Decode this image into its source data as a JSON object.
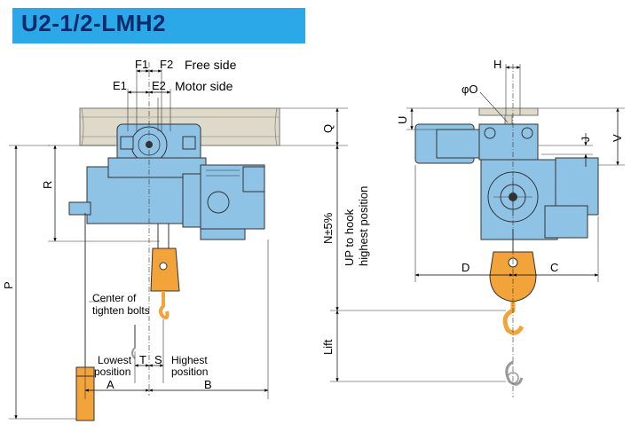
{
  "title": "U2-1/2-LMH2",
  "colors": {
    "title_bar": "#2ba8e8",
    "title_text": "#0b2a6b",
    "hoist_body": "#8fc3e6",
    "hook_block": "#f2a33a",
    "pendant": "#f2a33a",
    "rail": "#ded9c8"
  },
  "labels": {
    "f1": "F1",
    "f2": "F2",
    "free_side": "Free side",
    "e1": "E1",
    "e2": "E2",
    "motor_side": "Motor side",
    "q": "Q",
    "r": "R",
    "p": "P",
    "center_tighten_line1": "Center of",
    "center_tighten_line2": "tighten bolts",
    "lowest_line1": "Lowest",
    "lowest_line2": "position",
    "t": "T",
    "s": "S",
    "highest_line1": "Highest",
    "highest_line2": "position",
    "a": "A",
    "b": "B",
    "h": "H",
    "phi_o": "φO",
    "u": "U",
    "v": "V",
    "j": "J",
    "n5": "N±5%",
    "up_hook_line1": "UP to hook",
    "up_hook_line2": "highest position",
    "d": "D",
    "c": "C",
    "lift": "Lift"
  }
}
